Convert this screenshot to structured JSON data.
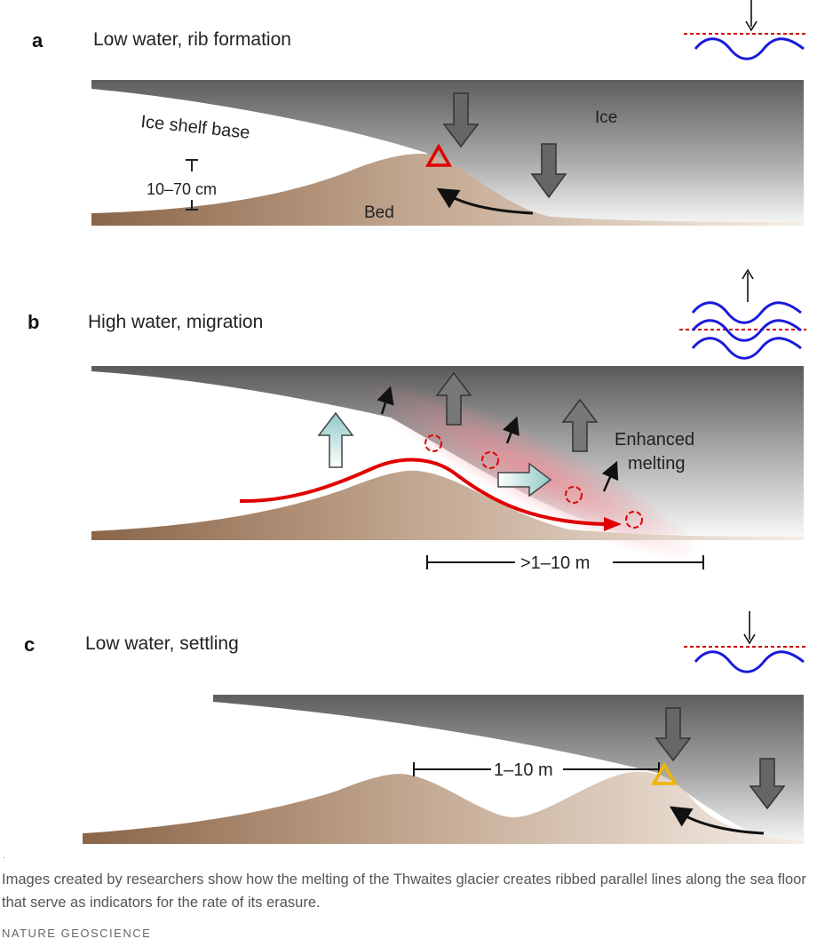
{
  "panels": {
    "a": {
      "letter": "a",
      "title": "Low water, rib formation",
      "ice_label": "Ice",
      "shelf_label": "Ice shelf base",
      "bed_label": "Bed",
      "scale_label": "10–70 cm"
    },
    "b": {
      "letter": "b",
      "title": "High water, migration",
      "melt_label_1": "Enhanced",
      "melt_label_2": "melting",
      "distance_label": ">1–10 m"
    },
    "c": {
      "letter": "c",
      "title": "Low water, settling",
      "distance_label": "1–10 m"
    }
  },
  "colors": {
    "ice": "#7f7f7f",
    "bed": "#a57e5e",
    "flow": "#e00000",
    "wave": "#1a1adb",
    "tide_line": "#cc0000",
    "triangle_a": "#e00000",
    "triangle_c": "#f0b400"
  },
  "caption": "Images created by researchers show how the melting of the Thwaites glacier creates ribbed parallel lines along the sea floor that serve as indicators for the rate of its erasure.",
  "credit": "NATURE GEOSCIENCE",
  "marker": "."
}
